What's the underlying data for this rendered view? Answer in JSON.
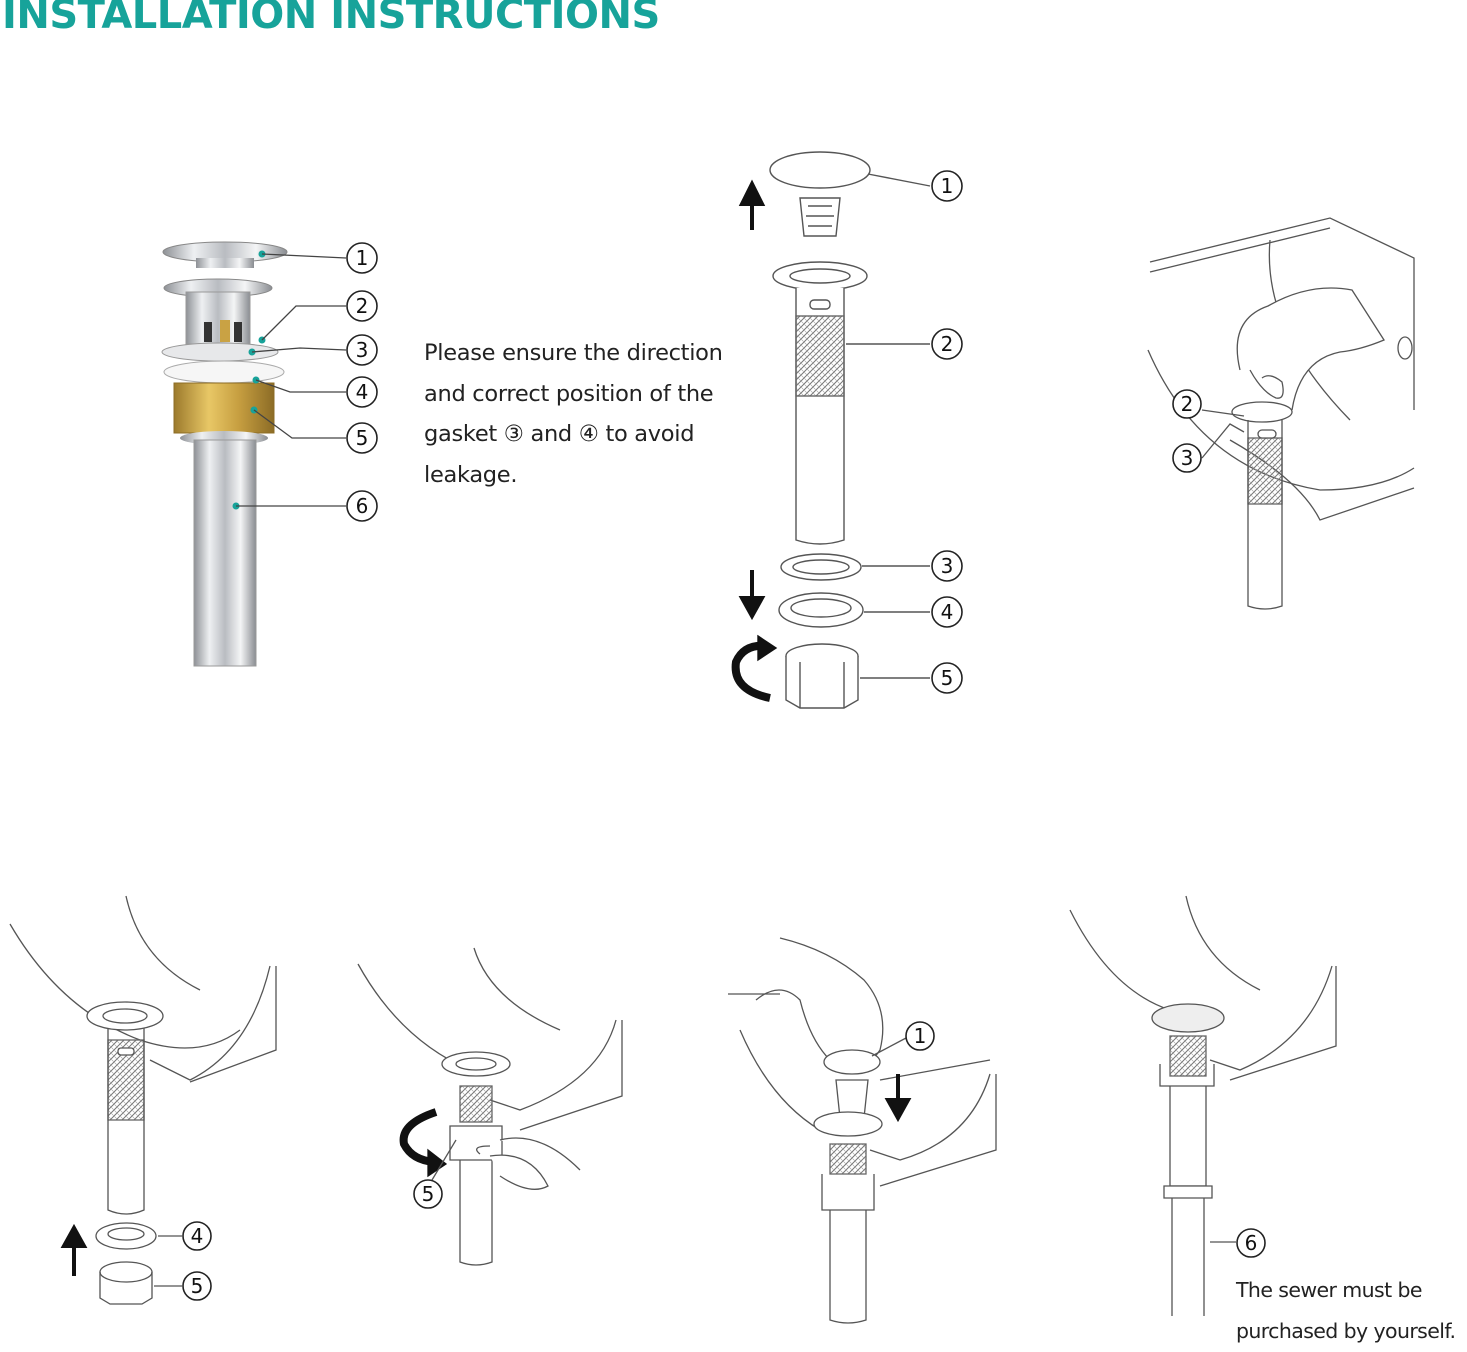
{
  "title": "INSTALLATION INSTRUCTIONS",
  "note_lines": [
    "Please ensure the direction",
    "and correct position of the",
    "gasket ③ and ④ to avoid",
    "leakage."
  ],
  "sewer_lines": [
    "The sewer must be",
    "purchased by yourself."
  ],
  "callouts": {
    "n1": "1",
    "n2": "2",
    "n3": "3",
    "n4": "4",
    "n5": "5",
    "n6": "6"
  },
  "colors": {
    "title": "#17a39a",
    "marker": "#17a39a",
    "chrome": "#c9ccd0",
    "brass": "#c9a244",
    "line": "#555555"
  }
}
